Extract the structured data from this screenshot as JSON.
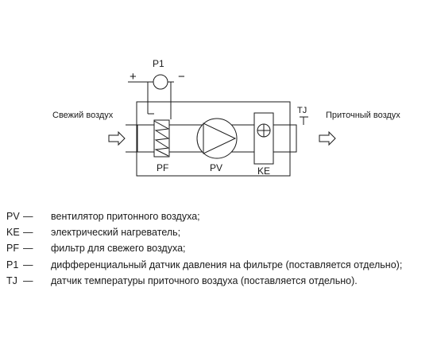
{
  "diagram": {
    "inlet_label": "Свежий воздух",
    "outlet_label": "Приточный воздух",
    "components": {
      "filter": "PF",
      "fan": "PV",
      "heater": "KE",
      "pressure_sensor": "P1",
      "temp_sensor": "TJ"
    },
    "plus_sign": "+",
    "minus_sign": "−"
  },
  "legend": [
    {
      "code": "PV",
      "dash": "—",
      "text": "вентилятор притонного воздуха;"
    },
    {
      "code": "KE",
      "dash": "—",
      "text": "электрический нагреватель;"
    },
    {
      "code": "PF",
      "dash": "—",
      "text": "фильтр для свежего воздуха;"
    },
    {
      "code": "P1",
      "dash": "—",
      "text": "дифференциальный датчик давления на фильтре (поставляется отдельно);"
    },
    {
      "code": "TJ",
      "dash": "—",
      "text": "датчик температуры приточного воздуха (поставляется отдельно)."
    }
  ]
}
